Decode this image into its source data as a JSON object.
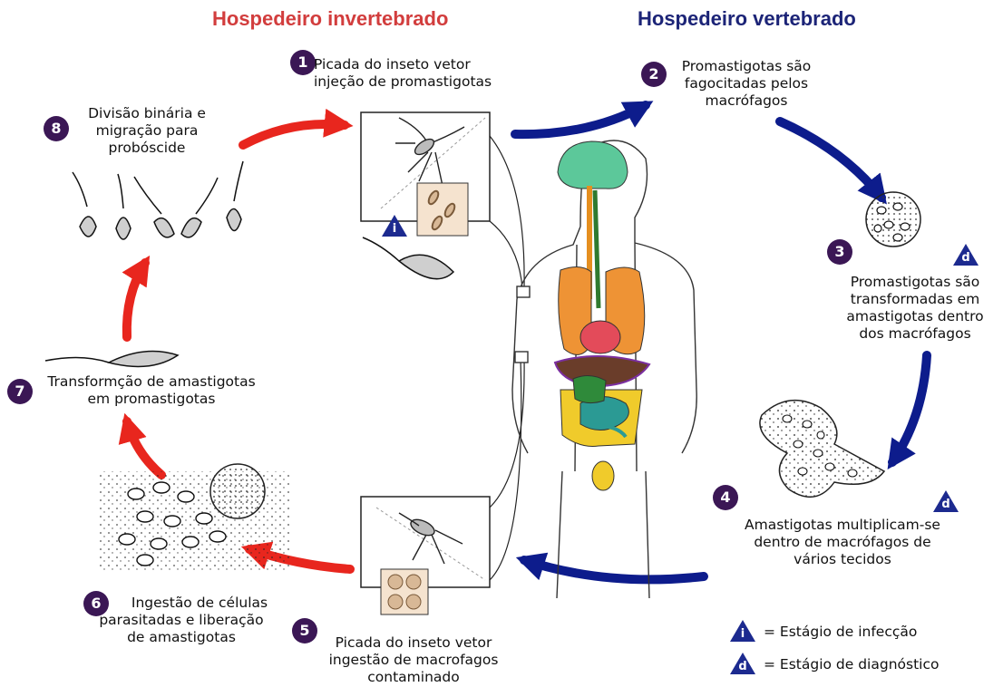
{
  "headers": {
    "invertebrate": "Hospedeiro invertebrado",
    "vertebrate": "Hospedeiro vertebrado"
  },
  "colors": {
    "invertebrate_header": "#d23d3d",
    "vertebrate_header": "#1c2477",
    "red_arrow": "#e8261e",
    "blue_arrow": "#0d1c8c",
    "step_badge": "#3b1755",
    "stage_triangle": "#1c2a8f"
  },
  "steps": [
    {
      "number": "1",
      "lines": [
        "Picada do inseto vetor",
        "injeção de promastigotas"
      ]
    },
    {
      "number": "2",
      "lines": [
        "Promastigotas  são",
        "fagocitadas pelos",
        "macrófagos"
      ]
    },
    {
      "number": "3",
      "lines": [
        "Promastigotas são",
        "transformadas em",
        "amastigotas dentro",
        "dos macrófagos"
      ]
    },
    {
      "number": "4",
      "lines": [
        "Amastigotas multiplicam-se",
        "dentro de macrófagos de",
        "vários tecidos"
      ]
    },
    {
      "number": "5",
      "lines": [
        "Picada do inseto vetor",
        "ingestão de macrofagos",
        "contaminado"
      ]
    },
    {
      "number": "6",
      "lines": [
        "Ingestão de células",
        "parasitadas e liberação",
        "de amastigotas"
      ]
    },
    {
      "number": "7",
      "lines": [
        "Transformção de amastigotas",
        "em promastigotas"
      ]
    },
    {
      "number": "8",
      "lines": [
        "Divisão binária e",
        "migração para",
        "probóscide"
      ]
    }
  ],
  "stage_markers": [
    {
      "letter": "i",
      "at_step": "1"
    },
    {
      "letter": "d",
      "at_step": "3"
    },
    {
      "letter": "d",
      "at_step": "4"
    }
  ],
  "legend": [
    {
      "letter": "i",
      "text": "= Estágio de infecção"
    },
    {
      "letter": "d",
      "text": "= Estágio de diagnóstico"
    }
  ]
}
